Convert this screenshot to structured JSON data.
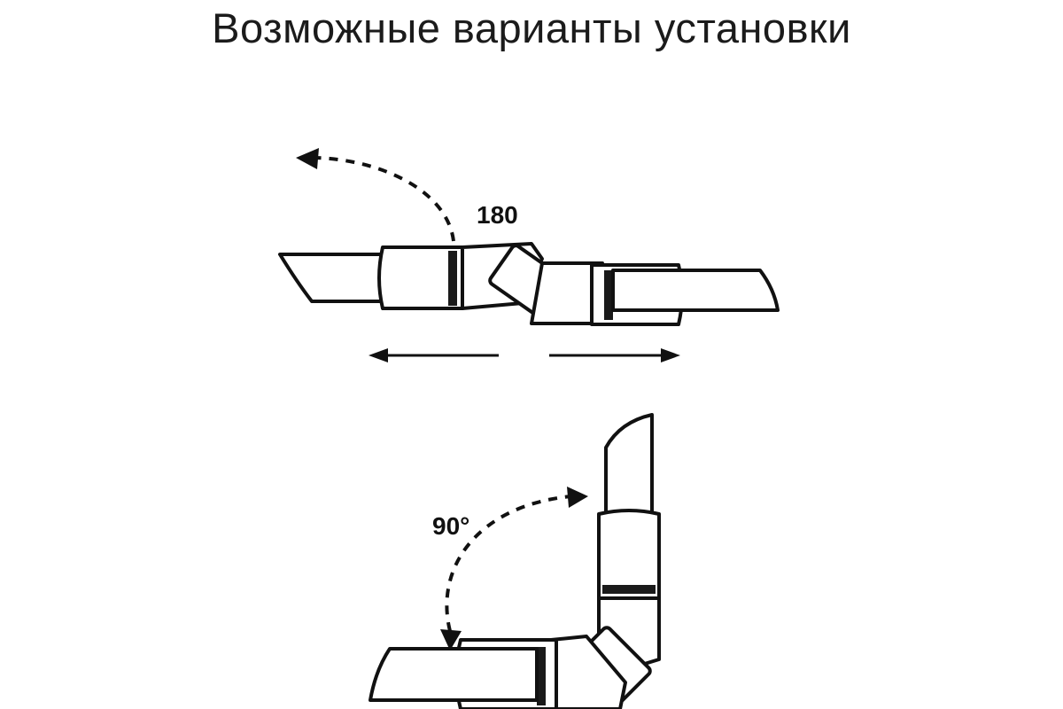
{
  "title": "Возможные варианты установки",
  "variants": [
    {
      "id": "straight",
      "angle_label": "180"
    },
    {
      "id": "corner",
      "angle_label": "90°"
    }
  ]
}
